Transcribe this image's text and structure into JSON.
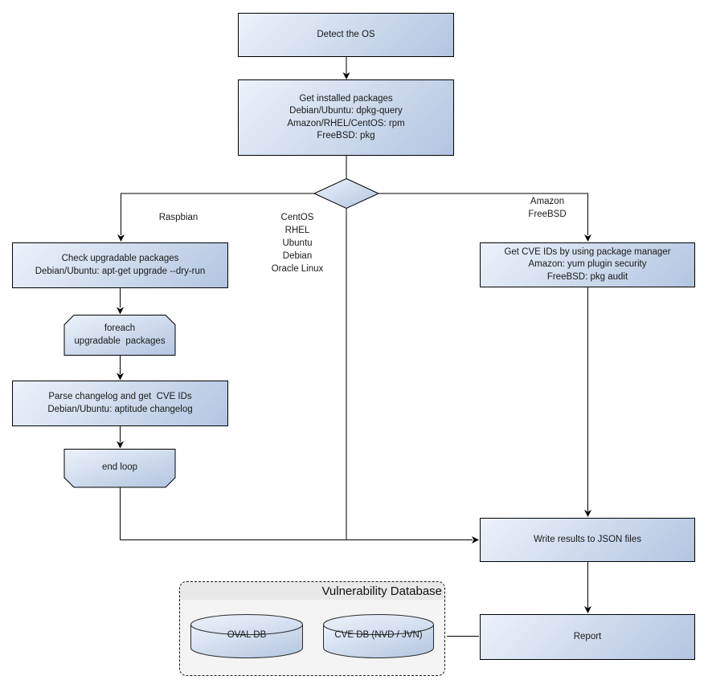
{
  "diagram": {
    "container_title": "Vulnerability Database",
    "nodes": {
      "detect_os": "Detect the OS",
      "get_installed_packages": "Get installed packages\nDebian/Ubuntu: dpkg-query\nAmazon/RHEL/CentOS: rpm\nFreeBSD: pkg",
      "check_upgradable": "Check upgradable packages\nDebian/Ubuntu: apt-get upgrade --dry-run",
      "foreach_loop": "foreach\nupgradable  packages",
      "parse_changelog": "Parse changelog and get  CVE IDs\nDebian/Ubuntu: aptitude changelog",
      "end_loop": "end loop",
      "get_cve_ids": "Get CVE IDs by using package manager\nAmazon: yum plugin security\nFreeBSD: pkg audit",
      "write_results": "Write results to JSON files",
      "report": "Report",
      "oval_db": "OVAL DB",
      "cve_db": "CVE DB (NVD / JVN)"
    },
    "branch_labels": {
      "left": "Raspbian",
      "middle": "CentOS\nRHEL\nUbuntu\nDebian\nOracle Linux",
      "right": "Amazon\nFreeBSD"
    },
    "colors": {
      "node_fill_start": "#edf2fa",
      "node_fill_end": "#b2c5e1",
      "node_border": "#000000",
      "container_fill": "#f4f4f4",
      "container_header_fill": "#e8e8e8",
      "line_color": "#000000"
    }
  }
}
